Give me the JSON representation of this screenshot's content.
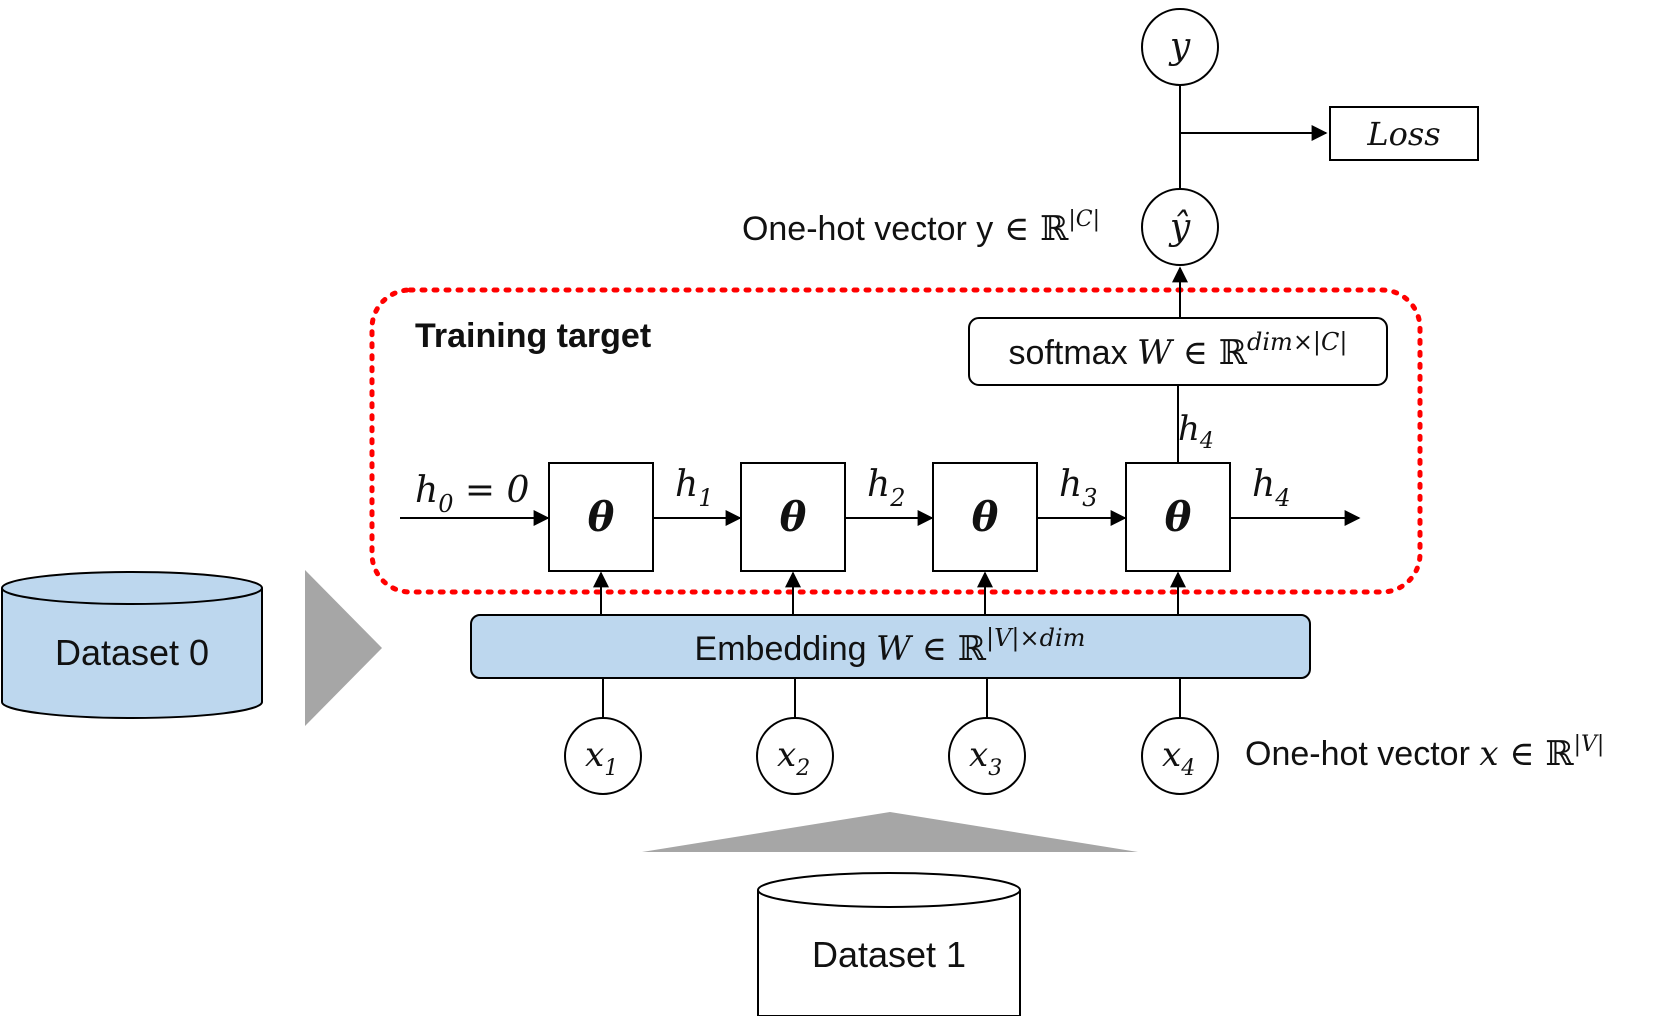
{
  "colors": {
    "embedding_fill": "#bdd7ee",
    "dataset0_fill": "#bdd7ee",
    "dataset1_fill": "#ffffff",
    "training_target": "#ff0000",
    "arrow_gray": "#a6a6a6"
  },
  "training_target_label": "Training target",
  "h0_label": "h",
  "h0_sub": "0",
  "h0_eq": " = 0",
  "theta_symbol": "θ",
  "hidden_symbol": "h",
  "hidden_states": [
    "1",
    "2",
    "3",
    "4"
  ],
  "h4_up_sub": "4",
  "softmax": {
    "prefix": "softmax ",
    "w": "W",
    "in": " ∈ ℝ",
    "sup": "dim×|C|"
  },
  "embedding": {
    "prefix": "Embedding ",
    "w": "W",
    "in": " ∈ ℝ",
    "sup": "|V|×dim"
  },
  "input_symbol": "x",
  "inputs": [
    "1",
    "2",
    "3",
    "4"
  ],
  "onehot_x": {
    "prefix": "One-hot vector ",
    "var": "x",
    "in": " ∈ ℝ",
    "sup": "|V|"
  },
  "onehot_y": {
    "prefix": "One-hot vector y",
    "in": " ∈ ℝ",
    "sup": "|C|"
  },
  "y_hat": "ŷ",
  "y": "y",
  "loss": "Loss",
  "dataset0": "Dataset 0",
  "dataset1": "Dataset 1"
}
